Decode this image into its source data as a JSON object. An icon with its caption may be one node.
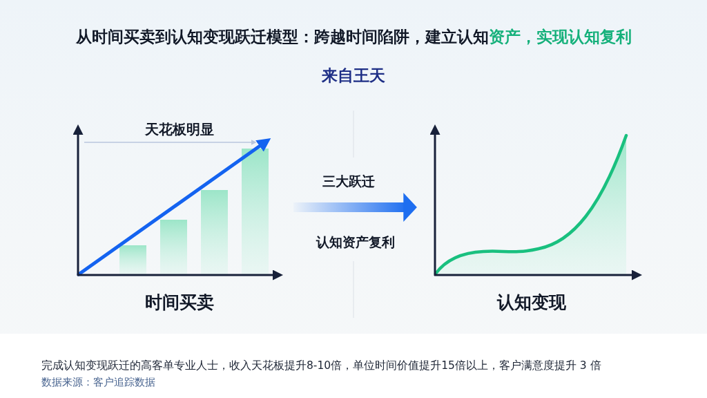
{
  "diagram": {
    "title": "从时间买卖到认知变现跃迁模型：跨越时间陷阱，建立认知**资产，实现认知复利**",
    "caption": "来自王天",
    "nodes": [
      {
        "text": [
          "时间买卖"
        ]
      },
      {
        "text": [
          "认知变现"
        ]
      }
    ],
    "edges": [
      {
        "from": 0,
        "to": 1,
        "arrow": "to",
        "label": "三大跃迁"
      }
    ],
    "labels": [
      "天花板明显",
      "认知资产复利",
      "完成认知变现跃迁的高客单专业人士，收入天花板提升8-10倍，单位时间价值提升15倍以上，客户满意度提升 3 倍",
      "数据来源：客户追踪数据"
    ]
  }
}
